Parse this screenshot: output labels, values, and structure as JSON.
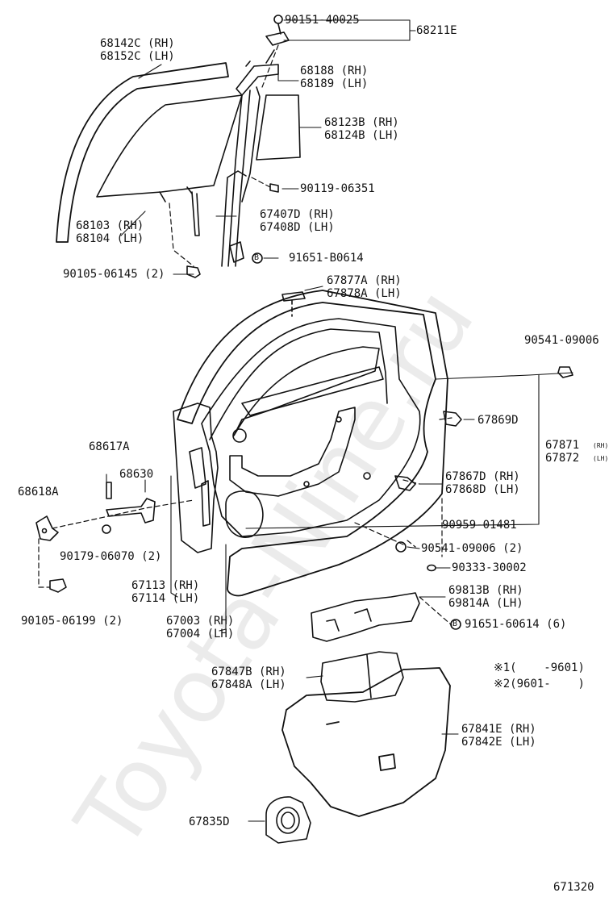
{
  "watermark": "Toyota-Nine.ru",
  "diagram_code": "671320",
  "notes": {
    "n1": "※1(    -9601)",
    "n2": "※2(9601-    )"
  },
  "parts": {
    "p90151": "90151-40025",
    "p68211E": "68211E",
    "p68142C": "68142C (RH)\n68152C (LH)",
    "p68188": "68188 (RH)\n68189 (LH)",
    "p68123B": "68123B (RH)\n68124B (LH)",
    "p90119": "90119-06351",
    "p68103": "68103 (RH)\n68104 (LH)",
    "p67407D": "67407D (RH)\n67408D (LH)",
    "p91651b": "91651-B0614",
    "p90105a": "90105-06145 (2)",
    "p67877A": "67877A (RH)\n67878A (LH)",
    "p90541a": "90541-09006",
    "p67869D": "67869D",
    "p67871": "67871",
    "p67872": "67872",
    "rh_small": "(RH)",
    "lh_small": "(LH)",
    "p68617A": "68617A",
    "p68630": "68630",
    "p68618A": "68618A",
    "p67867D": "67867D (RH)\n67868D (LH)",
    "p90959": "90959-01481",
    "p90179": "90179-06070 (2)",
    "p90541b": "90541-09006 (2)",
    "p90333": "90333-30002",
    "p67113": "67113 (RH)\n67114 (LH)",
    "p69813B": "69813B (RH)\n69814A (LH)",
    "p90105b": "90105-06199 (2)",
    "p67003": "67003 (RH)\n67004 (LH)",
    "p91651c": "91651-60614 (6)",
    "p67847B": "67847B (RH)\n67848A (LH)",
    "p67841E": "67841E (RH)\n67842E (LH)",
    "p67835D": "67835D"
  }
}
